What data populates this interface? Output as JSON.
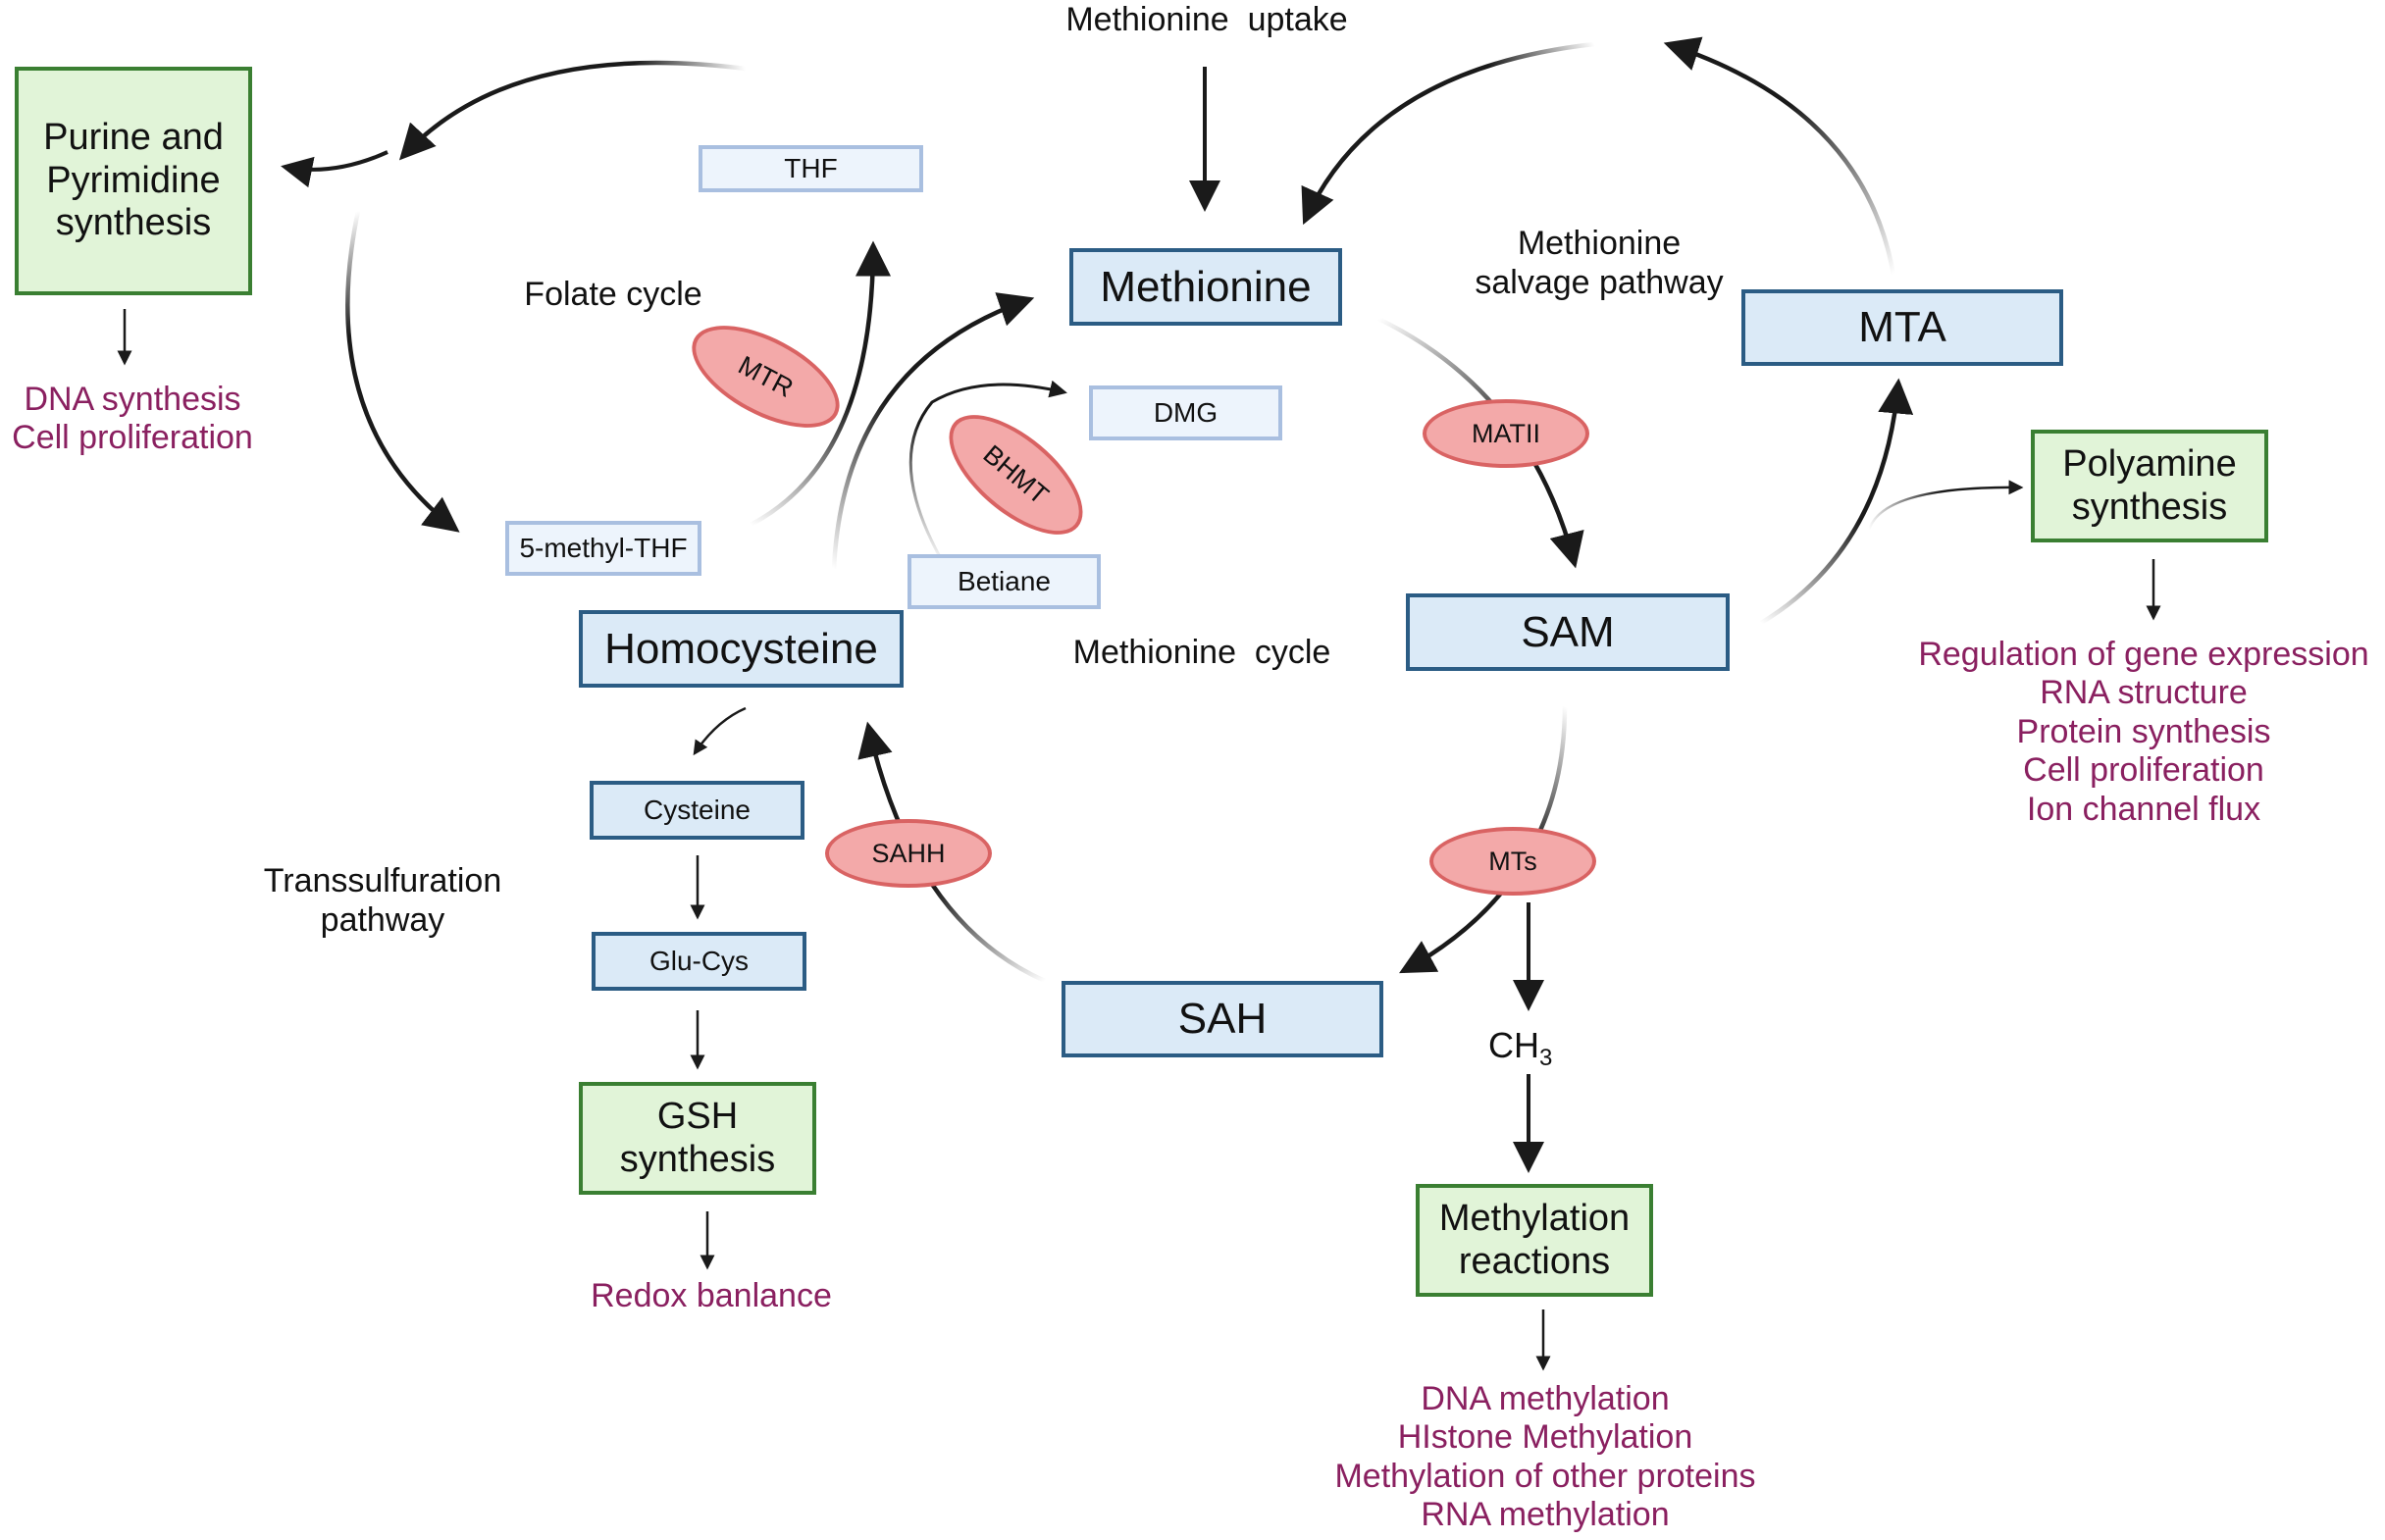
{
  "nodes": {
    "methionine": "Methionine",
    "homocysteine": "Homocysteine",
    "sam": "SAM",
    "sah": "SAH",
    "mta": "MTA",
    "thf": "THF",
    "methyl_thf": "5-methyl-THF",
    "dmg": "DMG",
    "betiane": "Betiane",
    "cysteine": "Cysteine",
    "glu_cys": "Glu-Cys"
  },
  "enzymes": {
    "mtr": "MTR",
    "bhmt": "BHMT",
    "matii": "MATII",
    "mts": "MTs",
    "sahh": "SAHH"
  },
  "labels": {
    "methionine_uptake": "Methionine  uptake",
    "folate_cycle": "Folate cycle",
    "salvage": [
      "Methionine",
      "salvage pathway"
    ],
    "methionine_cycle": "Methionine  cycle",
    "transsulfuration": [
      "Transsulfuration",
      "pathway"
    ],
    "ch3_base": "CH",
    "ch3_sub": "3"
  },
  "outcomes": {
    "purine": [
      "Purine and",
      "Pyrimidine",
      "synthesis"
    ],
    "polyamine": [
      "Polyamine",
      "synthesis"
    ],
    "gsh": [
      "GSH",
      "synthesis"
    ],
    "methylation": [
      "Methylation",
      "reactions"
    ]
  },
  "effects": {
    "dna": [
      "DNA synthesis",
      "Cell proliferation"
    ],
    "polyamine": [
      "Regulation of gene expression",
      "RNA structure",
      "Protein synthesis",
      "Cell proliferation",
      "Ion channel flux"
    ],
    "gsh": [
      "Redox banlance"
    ],
    "methylation": [
      "DNA methylation",
      "HIstone Methylation",
      "Methylation of other proteins",
      "RNA methylation"
    ]
  },
  "colors": {
    "main_box_fill": "#dbeaf7",
    "main_box_border": "#2b5c84",
    "outcome_fill": "#e1f4d8",
    "outcome_border": "#3a7f32",
    "enzyme_fill": "#f3a9a9",
    "enzyme_border": "#d96363",
    "effect_text": "#8a2060"
  }
}
